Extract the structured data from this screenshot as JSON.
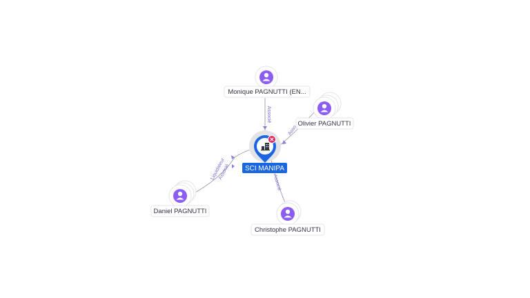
{
  "graph": {
    "center": {
      "label": "SCI MANIPA",
      "icon": "building-icon",
      "badge_icon": "close-icon",
      "color": "#1a66e0",
      "badge_color": "#e0245e"
    },
    "persons": [
      {
        "id": "monique",
        "label": "Monique PAGNUTTI (EN...",
        "edge_label": "Associé",
        "icon": "person-icon"
      },
      {
        "id": "olivier",
        "label": "Olivier PAGNUTTI",
        "edge_label": "Asso",
        "icon": "person-icon"
      },
      {
        "id": "daniel",
        "label": "Daniel PAGNUTTI",
        "edge_label": "Liquidateur",
        "edge_label_2": "Associé",
        "icon": "person-icon"
      },
      {
        "id": "christophe",
        "label": "Christophe PAGNUTTI",
        "edge_label": "Associé",
        "icon": "person-icon"
      }
    ],
    "person_color": "#8b5cf6"
  }
}
